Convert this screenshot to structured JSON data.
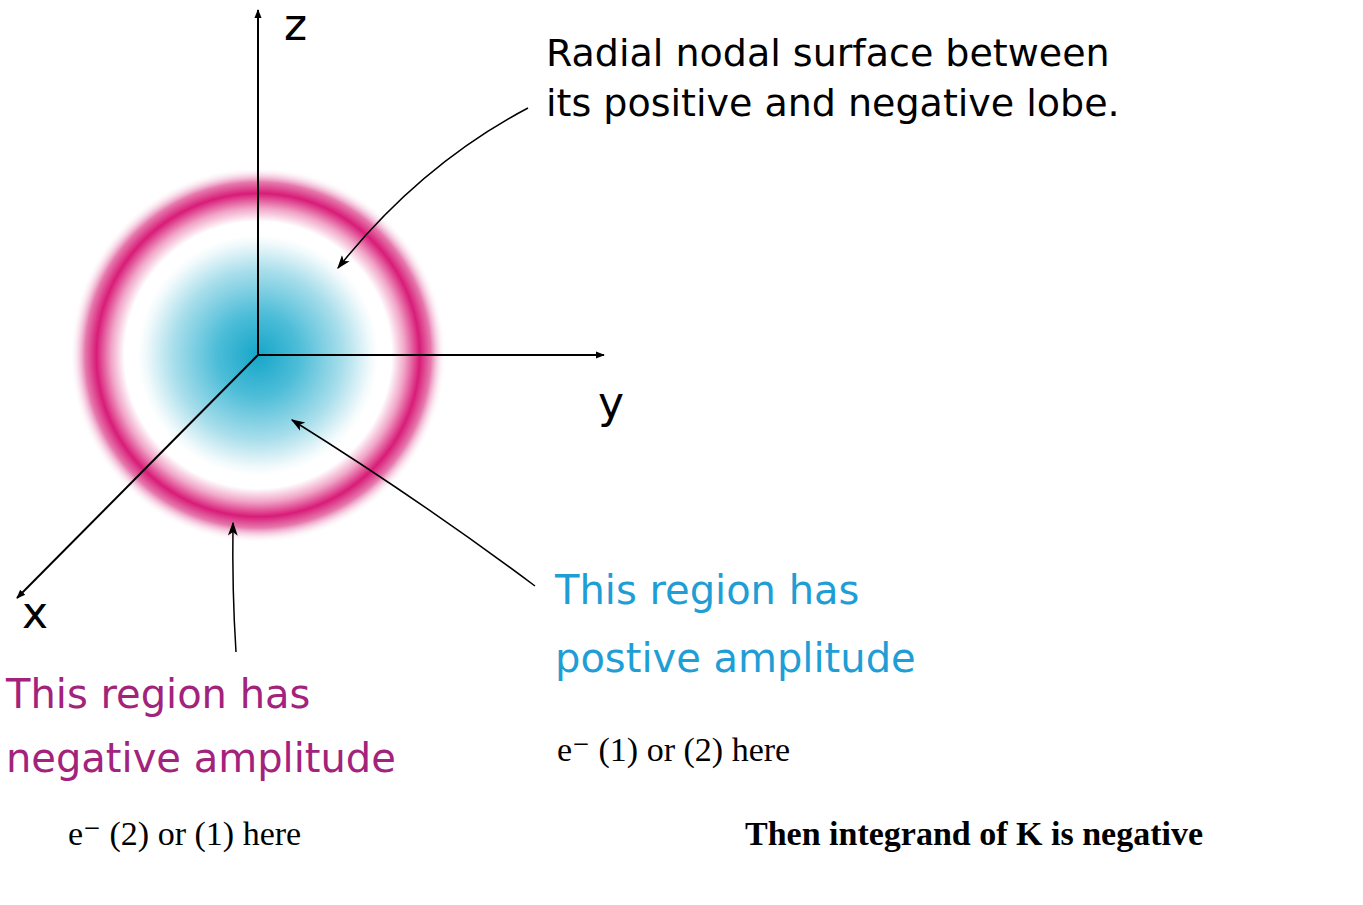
{
  "diagram": {
    "labels": [
      "z",
      "Radial nodal surface between its positive and negative lobe.",
      "y",
      "x",
      "This region has postive amplitude",
      "This region has negative amplitude",
      "e⁻ (1) or (2) here",
      "e⁻ (2) or (1) here",
      "Then integrand of K is negative"
    ]
  }
}
